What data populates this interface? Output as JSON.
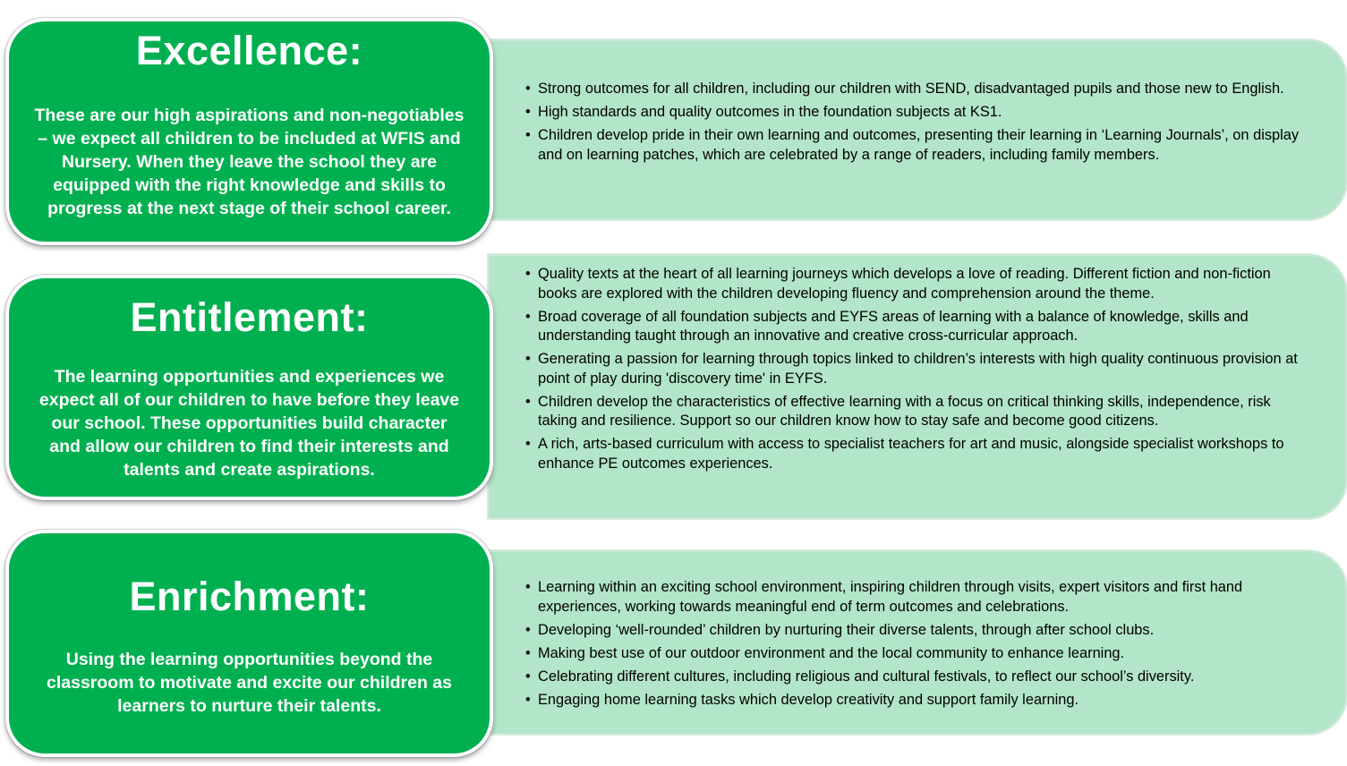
{
  "sections": [
    {
      "title": "Excellence:",
      "description": "These are our high aspirations and non-negotiables – we expect all children to be included at WFIS and Nursery. When they leave the school they are equipped with the right knowledge and skills to progress at the next stage of their school career.",
      "points": [
        "Strong outcomes for all children, including our children with SEND, disadvantaged pupils and those new to English.",
        "High standards and quality outcomes in the foundation subjects at KS1.",
        "Children develop pride in their own learning and outcomes, presenting their learning in ‘Learning Journals’, on display and on learning patches, which are celebrated by a range of readers, including family members."
      ]
    },
    {
      "title": "Entitlement:",
      "description": "The learning opportunities and experiences we expect all of our children to have before they leave our school. These opportunities build character and allow our children to find their interests and talents and create aspirations.",
      "points": [
        "Quality texts at the heart of all learning journeys which develops a love of reading.  Different fiction and non-fiction books are explored with the children developing fluency and comprehension around the theme.",
        "Broad coverage of all foundation subjects and EYFS areas of learning with a balance of knowledge, skills and understanding taught through an innovative and creative cross-curricular approach.",
        "Generating a passion for learning through topics linked to children’s interests with high quality continuous provision at point of play during 'discovery time' in EYFS.",
        "Children develop the characteristics of effective learning with a focus on critical thinking skills, independence, risk taking and resilience. Support so our children know how to stay safe and become good citizens.",
        "A rich, arts-based curriculum with access to specialist teachers for art and music, alongside specialist workshops to enhance PE outcomes experiences."
      ]
    },
    {
      "title": "Enrichment:",
      "description": "Using the learning opportunities beyond the classroom to motivate and excite our children as learners to nurture their talents.",
      "points": [
        "Learning within an exciting school environment, inspiring children through visits, expert visitors and first hand experiences,  working towards meaningful end of term outcomes and celebrations.",
        "Developing ‘well-rounded’ children by nurturing their diverse talents,  through after school clubs.",
        "Making best use of our outdoor environment and the local community to enhance learning.",
        "Celebrating different cultures, including religious and cultural festivals, to reflect our school’s diversity.",
        "Engaging home learning tasks which develop creativity and support family learning."
      ]
    }
  ],
  "colors": {
    "pillar": "#00b050",
    "detail": "#b3e5c8",
    "text_light": "#ffffff",
    "text_dark": "#000000"
  }
}
